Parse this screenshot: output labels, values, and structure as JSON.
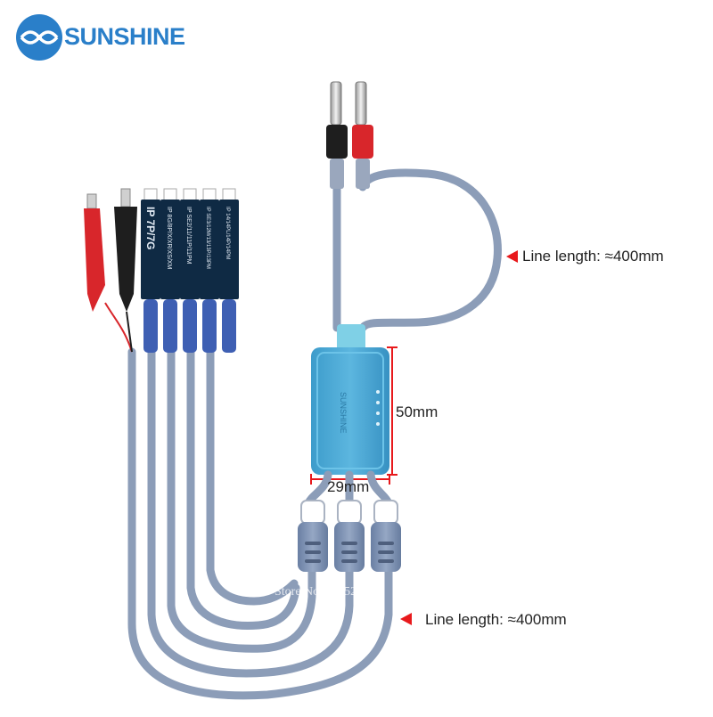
{
  "brand": {
    "name": "SUNSHINE",
    "color": "#2a7fc9"
  },
  "annotations": {
    "top_cable_length": "Line length: ≈400mm",
    "bottom_cable_length": "Line length: ≈400mm",
    "box_height": "50mm",
    "box_width": "29mm"
  },
  "boards": [
    {
      "label": "IP 7P/7G"
    },
    {
      "label": "IP 8G/8P/X/XR/XS/XM"
    },
    {
      "label": "IP SE2/11/11P/11PM"
    },
    {
      "label": "IP SE3/12M/13/13P/13PM"
    },
    {
      "label": "IP 14/14PL/14P/14PM"
    }
  ],
  "watermark": "Store No. 5785266",
  "colors": {
    "cable": "#8c9db8",
    "box": "#4ba7d4",
    "red_clip": "#d8262b",
    "black_clip": "#1e1e1e",
    "pcb": "#0f2a44",
    "sleeve": "#3e5fb3",
    "marker": "#e8191c"
  },
  "icons": [
    "logo-icon",
    "arrow-left-icon",
    "usb-c-connector-icon",
    "banana-plug-icon",
    "alligator-clip-icon"
  ]
}
